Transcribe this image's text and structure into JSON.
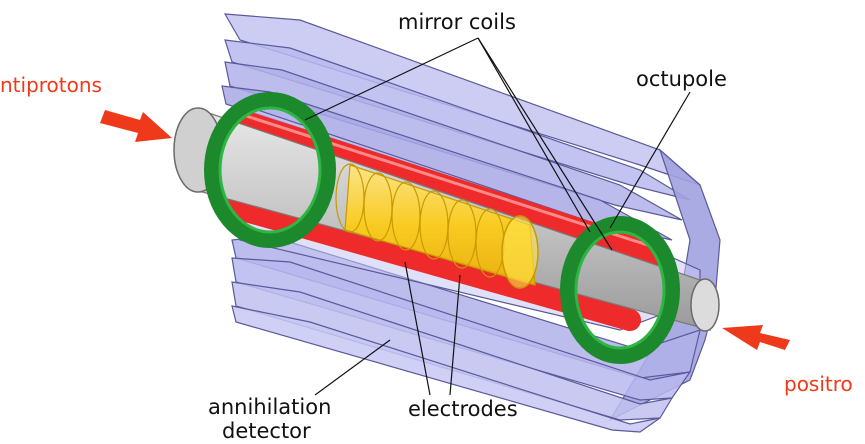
{
  "labels": {
    "mirror_coils": "mirror coils",
    "octupole": "octupole",
    "antiprotons": "ntiprotons",
    "positrons": "positro",
    "annihilation_line1": "annihilation",
    "annihilation_line2": "detector",
    "electrodes": "electrodes"
  },
  "colors": {
    "detector_fill": "#b8b8ee",
    "detector_stroke": "#5a5a9a",
    "octupole_red": "#ee2a2a",
    "tube_gray": "#c8c8c8",
    "coil_green": "#1c8a2c",
    "electrode_yellow": "#ffd21a",
    "arrow_red": "#ee3a1a",
    "label_red": "#ee3a1a",
    "label_black": "#111111"
  }
}
